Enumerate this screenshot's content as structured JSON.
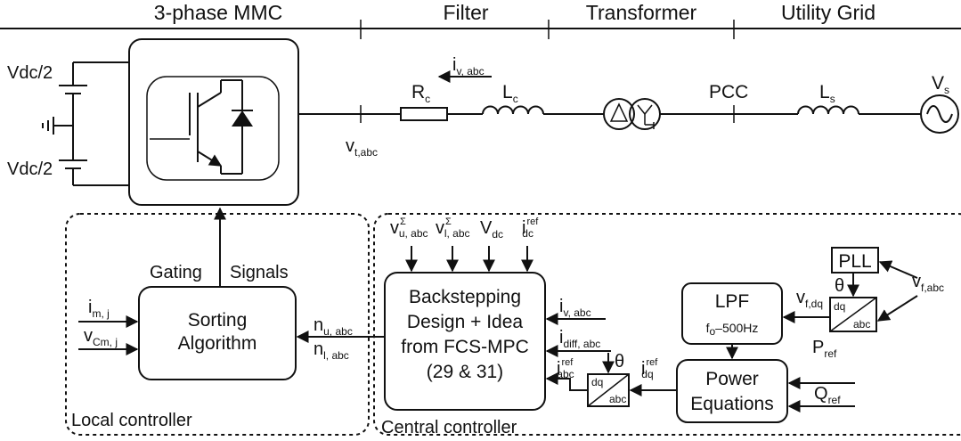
{
  "headers": {
    "mmc": "3-phase MMC",
    "filter": "Filter",
    "transformer": "Transformer",
    "grid": "Utility Grid"
  },
  "power_stage": {
    "vdc_top": "Vdc/2",
    "vdc_bottom": "Vdc/2",
    "vt": {
      "main": "v",
      "sub": "t,abc"
    },
    "iv": {
      "main": "i",
      "sub": "v, abc"
    },
    "rc": {
      "main": "R",
      "sub": "c"
    },
    "lc": {
      "main": "L",
      "sub": "c"
    },
    "pcc": "PCC",
    "ls": {
      "main": "L",
      "sub": "s"
    },
    "vs": {
      "main": "V",
      "sub": "s"
    }
  },
  "local_controller": {
    "label": "Local controller",
    "gating": "Gating",
    "signals": "Signals",
    "sorting_line1": "Sorting",
    "sorting_line2": "Algorithm",
    "im": {
      "main": "i",
      "sub": "m, j"
    },
    "vcm": {
      "main": "v",
      "sub": "Cm, j"
    },
    "nu": {
      "main": "n",
      "sub": "u, abc"
    },
    "nl": {
      "main": "n",
      "sub": "l, abc"
    }
  },
  "central_controller": {
    "label": "Central controller",
    "bs_line1": "Backstepping",
    "bs_line2": "Design + Idea",
    "bs_line3": "from FCS-MPC",
    "bs_line4": "(29 & 31)",
    "vu": {
      "main": "v",
      "sup": "Σ",
      "sub": "u, abc"
    },
    "vl": {
      "main": "v",
      "sup": "Σ",
      "sub": "l, abc"
    },
    "vdc": {
      "main": "V",
      "sub": "dc"
    },
    "idc": {
      "main": "i",
      "sup": "ref",
      "sub": "dc"
    },
    "iv_in": {
      "main": "i",
      "sub": "v, abc"
    },
    "idiff": {
      "main": "i",
      "sub": "diff, abc"
    },
    "iabc_ref": {
      "main": "i",
      "sup": "ref",
      "sub": "abc"
    },
    "idq_ref": {
      "main": "i",
      "sup": "ref",
      "sub": "dq"
    },
    "theta": "θ",
    "dq": "dq",
    "abc": "abc",
    "pll": "PLL",
    "lpf": "LPF",
    "lpf_freq": {
      "main": "f",
      "sub": "o",
      "rest": "–500Hz"
    },
    "vfdq": {
      "main": "v",
      "sub": "f,dq"
    },
    "vfabc": {
      "main": "v",
      "sub": "f,abc"
    },
    "pref": {
      "main": "P",
      "sub": "ref"
    },
    "qref": {
      "main": "Q",
      "sub": "ref"
    },
    "power_line1": "Power",
    "power_line2": "Equations"
  }
}
